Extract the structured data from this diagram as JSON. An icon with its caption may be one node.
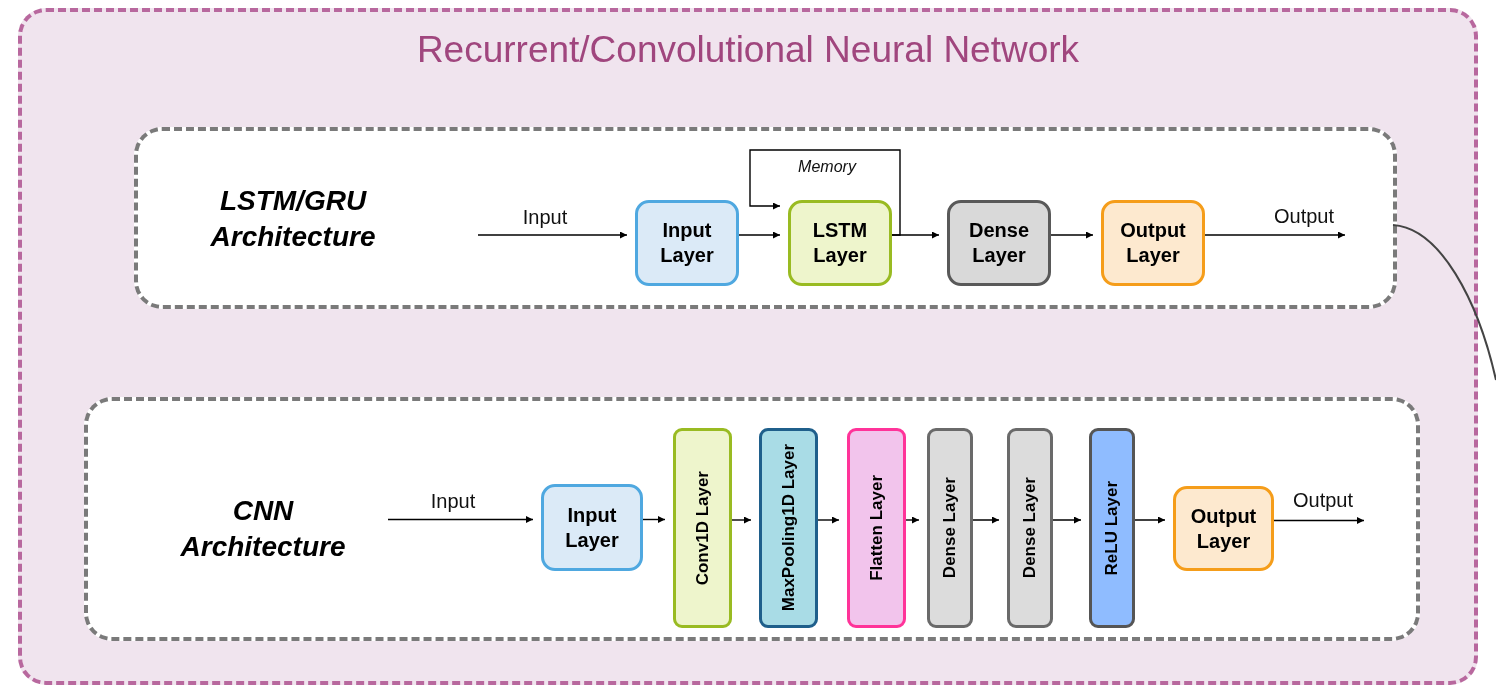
{
  "diagram": {
    "nodes": [
      {
        "text": [
          "Recurrent/Convolutional Neural Network"
        ]
      },
      {
        "text": [
          "LSTM/GRU Architecture"
        ],
        "in": 0
      },
      {
        "text": [
          "Input Layer"
        ],
        "in": 1
      },
      {
        "text": [
          "LSTM Layer"
        ],
        "in": 1
      },
      {
        "text": [
          "Dense Layer"
        ],
        "in": 1
      },
      {
        "text": [
          "Output Layer"
        ],
        "in": 1
      },
      {
        "text": [
          "CNN Architecture"
        ],
        "in": 0
      },
      {
        "text": [
          "Input Layer"
        ],
        "in": 6
      },
      {
        "text": [
          "Conv1D Layer"
        ],
        "in": 6
      },
      {
        "text": [
          "MaxPooling1D Layer"
        ],
        "in": 6
      },
      {
        "text": [
          "Flatten Layer"
        ],
        "in": 6
      },
      {
        "text": [
          "Dense Layer"
        ],
        "in": 6
      },
      {
        "text": [
          "Dense Layer"
        ],
        "in": 6
      },
      {
        "text": [
          "ReLU Layer"
        ],
        "in": 6
      },
      {
        "text": [
          "Output Layer"
        ],
        "in": 6
      }
    ],
    "edges": [
      {
        "from": null,
        "to": 2,
        "arrow": "to",
        "label": "Input"
      },
      {
        "from": 2,
        "to": 3,
        "arrow": "to"
      },
      {
        "from": 3,
        "to": 3,
        "arrow": "to",
        "label": "Memory"
      },
      {
        "from": 3,
        "to": 4,
        "arrow": "to"
      },
      {
        "from": 4,
        "to": 5,
        "arrow": "to"
      },
      {
        "from": 5,
        "to": null,
        "arrow": "to",
        "label": "Output"
      },
      {
        "from": 1,
        "to": null,
        "arrow": "none"
      },
      {
        "from": null,
        "to": 7,
        "arrow": "to",
        "label": "Input"
      },
      {
        "from": 7,
        "to": 8,
        "arrow": "to"
      },
      {
        "from": 8,
        "to": 9,
        "arrow": "to"
      },
      {
        "from": 9,
        "to": 10,
        "arrow": "to"
      },
      {
        "from": 10,
        "to": 11,
        "arrow": "to"
      },
      {
        "from": 11,
        "to": 12,
        "arrow": "to"
      },
      {
        "from": 12,
        "to": 13,
        "arrow": "to"
      },
      {
        "from": 13,
        "to": 14,
        "arrow": "to"
      },
      {
        "from": 14,
        "to": null,
        "arrow": "to",
        "label": "Output"
      }
    ]
  }
}
